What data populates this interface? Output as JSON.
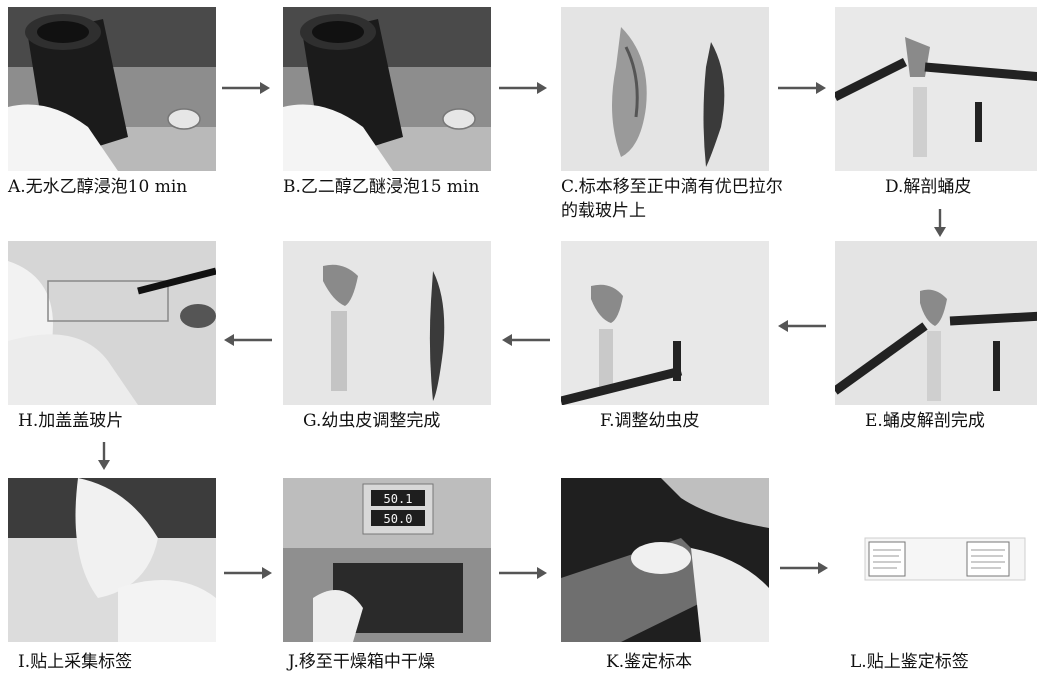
{
  "steps": [
    {
      "id": "A",
      "caption": "A.无水乙醇浸泡10 min"
    },
    {
      "id": "B",
      "caption": "B.乙二醇乙醚浸泡15 min"
    },
    {
      "id": "C",
      "caption": "C.标本移至正中滴有优巴拉尔的载玻片上"
    },
    {
      "id": "D",
      "caption": "D.解剖蛹皮"
    },
    {
      "id": "E",
      "caption": "E.蛹皮解剖完成"
    },
    {
      "id": "F",
      "caption": "F.调整幼虫皮"
    },
    {
      "id": "G",
      "caption": "G.幼虫皮调整完成"
    },
    {
      "id": "H",
      "caption": "H.加盖盖玻片"
    },
    {
      "id": "I",
      "caption": "I.贴上采集标签"
    },
    {
      "id": "J",
      "caption": "J.移至干燥箱中干燥"
    },
    {
      "id": "K",
      "caption": "K.鉴定标本"
    },
    {
      "id": "L",
      "caption": "L.贴上鉴定标签"
    }
  ],
  "oven_display": {
    "upper": "50.1",
    "lower": "50.0"
  },
  "colors": {
    "arrow": "#555555",
    "caption": "#111111"
  }
}
